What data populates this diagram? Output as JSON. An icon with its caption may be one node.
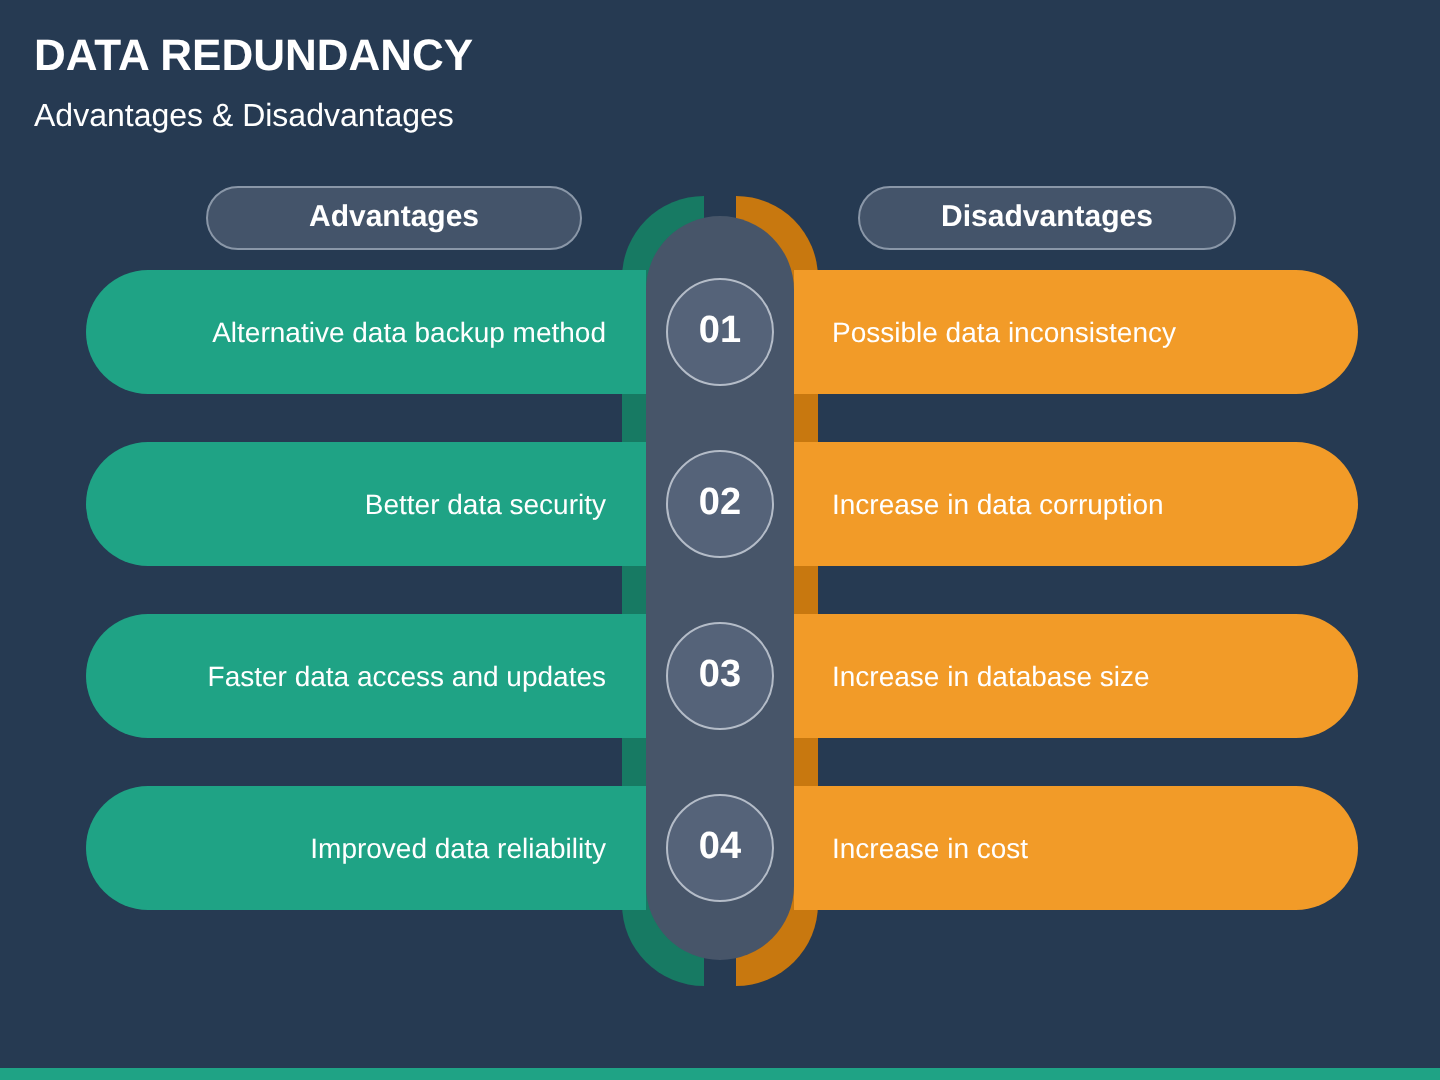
{
  "diagram": {
    "title": "DATA REDUNDANCY",
    "nodes": [
      {
        "text": [
          "Advantages"
        ]
      },
      {
        "text": [
          "Disadvantages"
        ]
      },
      {
        "text": [],
        "shape": "bar"
      },
      {
        "text": [
          "Alternative data backup method"
        ]
      },
      {
        "text": [
          "01"
        ],
        "in": 2
      },
      {
        "text": [
          "Possible data inconsistency"
        ]
      },
      {
        "text": [
          "Better data security"
        ]
      },
      {
        "text": [
          "02"
        ],
        "in": 2
      },
      {
        "text": [
          "Increase in data corruption"
        ]
      },
      {
        "text": [
          "Faster data access and updates"
        ]
      },
      {
        "text": [
          "03"
        ],
        "in": 2
      },
      {
        "text": [
          "Increase in database size"
        ]
      },
      {
        "text": [
          "Improved data reliability"
        ]
      },
      {
        "text": [
          "04"
        ],
        "in": 2
      },
      {
        "text": [
          "Increase in cost"
        ]
      }
    ],
    "labels": [
      "Advantages & Disadvantages"
    ]
  }
}
